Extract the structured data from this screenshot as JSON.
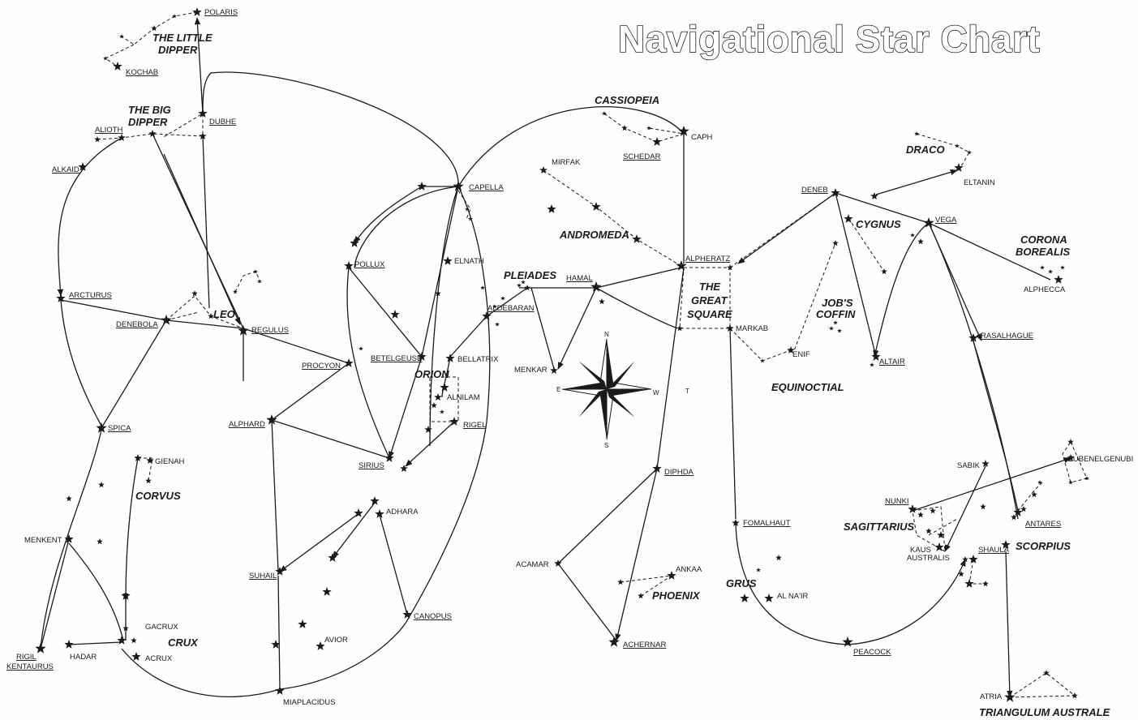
{
  "title": "Navigational Star Chart",
  "compass": {
    "n": "N",
    "e": "E",
    "s": "S",
    "w": "W"
  },
  "marker": "T",
  "constellations": [
    {
      "key": "little_dipper_1",
      "text": "THE LITTLE"
    },
    {
      "key": "little_dipper_2",
      "text": "DIPPER"
    },
    {
      "key": "big_dipper_1",
      "text": "THE BIG"
    },
    {
      "key": "big_dipper_2",
      "text": "DIPPER"
    },
    {
      "key": "cassiopeia",
      "text": "CASSIOPEIA"
    },
    {
      "key": "draco",
      "text": "DRACO"
    },
    {
      "key": "cygnus",
      "text": "CYGNUS"
    },
    {
      "key": "corona_1",
      "text": "CORONA"
    },
    {
      "key": "corona_2",
      "text": "BOREALIS"
    },
    {
      "key": "andromeda",
      "text": "ANDROMEDA"
    },
    {
      "key": "pleiades",
      "text": "PLEIADES"
    },
    {
      "key": "leo",
      "text": "LEO"
    },
    {
      "key": "orion",
      "text": "ORION"
    },
    {
      "key": "great_square_1",
      "text": "THE"
    },
    {
      "key": "great_square_2",
      "text": "GREAT"
    },
    {
      "key": "great_square_3",
      "text": "SQUARE"
    },
    {
      "key": "jobs_coffin_1",
      "text": "JOB'S"
    },
    {
      "key": "jobs_coffin_2",
      "text": "COFFIN"
    },
    {
      "key": "equinoctial",
      "text": "EQUINOCTIAL"
    },
    {
      "key": "corvus",
      "text": "CORVUS"
    },
    {
      "key": "crux",
      "text": "CRUX"
    },
    {
      "key": "phoenix",
      "text": "PHOENIX"
    },
    {
      "key": "grus",
      "text": "GRUS"
    },
    {
      "key": "sagittarius",
      "text": "SAGITTARIUS"
    },
    {
      "key": "scorpius",
      "text": "SCORPIUS"
    },
    {
      "key": "triangulum",
      "text": "TRIANGULUM AUSTRALE"
    }
  ],
  "stars": [
    {
      "key": "polaris",
      "text": "POLARIS"
    },
    {
      "key": "kochab",
      "text": "KOCHAB"
    },
    {
      "key": "alioth",
      "text": "ALIOTH"
    },
    {
      "key": "dubhe",
      "text": "DUBHE"
    },
    {
      "key": "alkaid",
      "text": "ALKAID"
    },
    {
      "key": "caph",
      "text": "CAPH"
    },
    {
      "key": "schedar",
      "text": "SCHEDAR"
    },
    {
      "key": "mirfak",
      "text": "MIRFAK"
    },
    {
      "key": "capella",
      "text": "CAPELLA"
    },
    {
      "key": "eltanin",
      "text": "ELTANIN"
    },
    {
      "key": "deneb",
      "text": "DENEB"
    },
    {
      "key": "vega",
      "text": "VEGA"
    },
    {
      "key": "alphecca",
      "text": "ALPHECCA"
    },
    {
      "key": "alpheratz",
      "text": "ALPHERATZ"
    },
    {
      "key": "elnath",
      "text": "ELNATH"
    },
    {
      "key": "pollux",
      "text": "POLLUX"
    },
    {
      "key": "arcturus",
      "text": "ARCTURUS"
    },
    {
      "key": "denebola",
      "text": "DENEBOLA"
    },
    {
      "key": "regulus",
      "text": "REGULUS"
    },
    {
      "key": "hamal",
      "text": "HAMAL"
    },
    {
      "key": "markab",
      "text": "MARKAB"
    },
    {
      "key": "aldebaran",
      "text": "ALDEBARAN"
    },
    {
      "key": "procyon",
      "text": "PROCYON"
    },
    {
      "key": "betelgeuse",
      "text": "BETELGEUSE"
    },
    {
      "key": "bellatrix",
      "text": "BELLATRIX"
    },
    {
      "key": "menkar",
      "text": "MENKAR"
    },
    {
      "key": "enif",
      "text": "ENIF"
    },
    {
      "key": "rasalhague",
      "text": "RASALHAGUE"
    },
    {
      "key": "altair",
      "text": "ALTAIR"
    },
    {
      "key": "alnilam",
      "text": "ALNILAM"
    },
    {
      "key": "rigel",
      "text": "RIGEL"
    },
    {
      "key": "alphard",
      "text": "ALPHARD"
    },
    {
      "key": "spica",
      "text": "SPICA"
    },
    {
      "key": "gienah",
      "text": "GIENAH"
    },
    {
      "key": "sirius",
      "text": "SIRIUS"
    },
    {
      "key": "diphda",
      "text": "DIPHDA"
    },
    {
      "key": "sabik",
      "text": "SABIK"
    },
    {
      "key": "zubenelgenubi",
      "text": "ZUBENELGENUBI"
    },
    {
      "key": "adhara",
      "text": "ADHARA"
    },
    {
      "key": "nunki",
      "text": "NUNKI"
    },
    {
      "key": "antares",
      "text": "ANTARES"
    },
    {
      "key": "fomalhaut",
      "text": "FOMALHAUT"
    },
    {
      "key": "menkent",
      "text": "MENKENT"
    },
    {
      "key": "kaus_1",
      "text": "KAUS"
    },
    {
      "key": "kaus_2",
      "text": "AUSTRALIS"
    },
    {
      "key": "shaula",
      "text": "SHAULA"
    },
    {
      "key": "acamar",
      "text": "ACAMAR"
    },
    {
      "key": "ankaa",
      "text": "ANKAA"
    },
    {
      "key": "suhail",
      "text": "SUHAIL"
    },
    {
      "key": "al_nair",
      "text": "AL NA'IR"
    },
    {
      "key": "canopus",
      "text": "CANOPUS"
    },
    {
      "key": "gacrux",
      "text": "GACRUX"
    },
    {
      "key": "avior",
      "text": "AVIOR"
    },
    {
      "key": "rigil_1",
      "text": "RIGIL"
    },
    {
      "key": "rigil_2",
      "text": "KENTAURUS"
    },
    {
      "key": "hadar",
      "text": "HADAR"
    },
    {
      "key": "acrux",
      "text": "ACRUX"
    },
    {
      "key": "achernar",
      "text": "ACHERNAR"
    },
    {
      "key": "peacock",
      "text": "PEACOCK"
    },
    {
      "key": "miaplacidus",
      "text": "MIAPLACIDUS"
    },
    {
      "key": "atria",
      "text": "ATRIA"
    }
  ],
  "colors": {
    "ink": "#1a1a1a",
    "background": "#fefefe"
  }
}
